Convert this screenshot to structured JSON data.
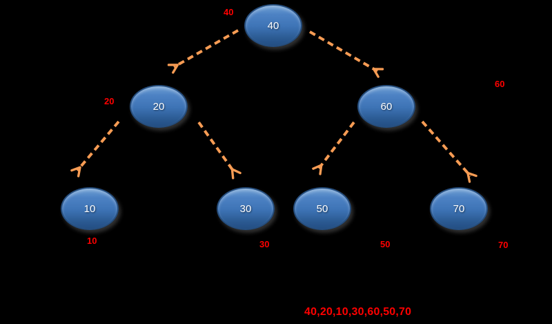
{
  "diagram": {
    "type": "binary-search-tree",
    "nodes": [
      {
        "value": "40"
      },
      {
        "value": "20"
      },
      {
        "value": "60"
      },
      {
        "value": "10"
      },
      {
        "value": "30"
      },
      {
        "value": "50"
      },
      {
        "value": "70"
      }
    ],
    "edges": [
      {
        "from": "40",
        "to": "20"
      },
      {
        "from": "40",
        "to": "60"
      },
      {
        "from": "20",
        "to": "10"
      },
      {
        "from": "20",
        "to": "30"
      },
      {
        "from": "60",
        "to": "50"
      },
      {
        "from": "60",
        "to": "70"
      }
    ],
    "annotations": {
      "n40": "40",
      "n20": "20",
      "n60": "60",
      "n10": "10",
      "n30": "30",
      "n50": "50",
      "n70": "70"
    },
    "traversal_sequence": "40,20,10,30,60,50,70"
  },
  "colors": {
    "bg": "#000000",
    "node_fill": "#3E74B6",
    "node_fill_light": "#6FA0D4",
    "node_fill_dark": "#2B5A92",
    "node_border": "#264E7E",
    "node_text": "#FFFFFF",
    "arrow": "#F79C54",
    "annotation": "#FF0000"
  }
}
